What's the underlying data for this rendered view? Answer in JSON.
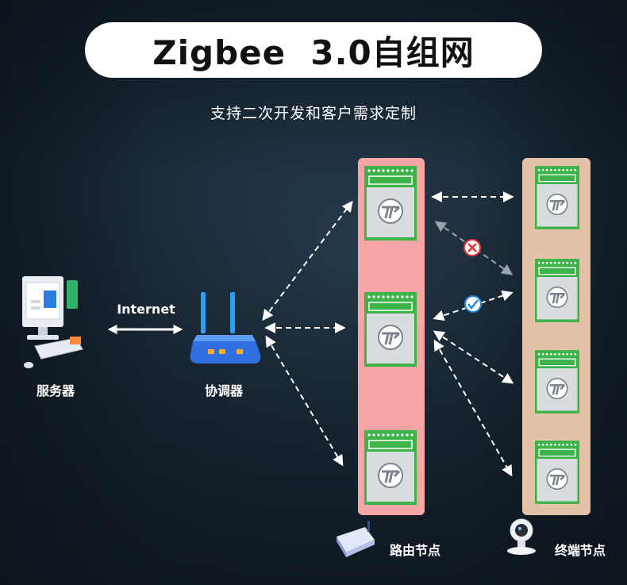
{
  "title": "Zigbee  3.0自组网",
  "subtitle": "支持二次开发和客户需求定制",
  "labels": {
    "server": "服务器",
    "coordinator": "协调器",
    "internet": "Internet",
    "router_node": "路由节点",
    "end_node": "终端节点"
  },
  "colors": {
    "router_column": "#f7a6a6",
    "end_column": "#e3c2a8",
    "module_green": "#3db34a",
    "status_fail": "#e53935",
    "status_ok": "#1e88e5"
  },
  "icons": [
    "computer-icon",
    "router-icon",
    "zigbee-module-icon",
    "gateway-device-icon",
    "webcam-icon",
    "cross-icon",
    "check-icon"
  ]
}
